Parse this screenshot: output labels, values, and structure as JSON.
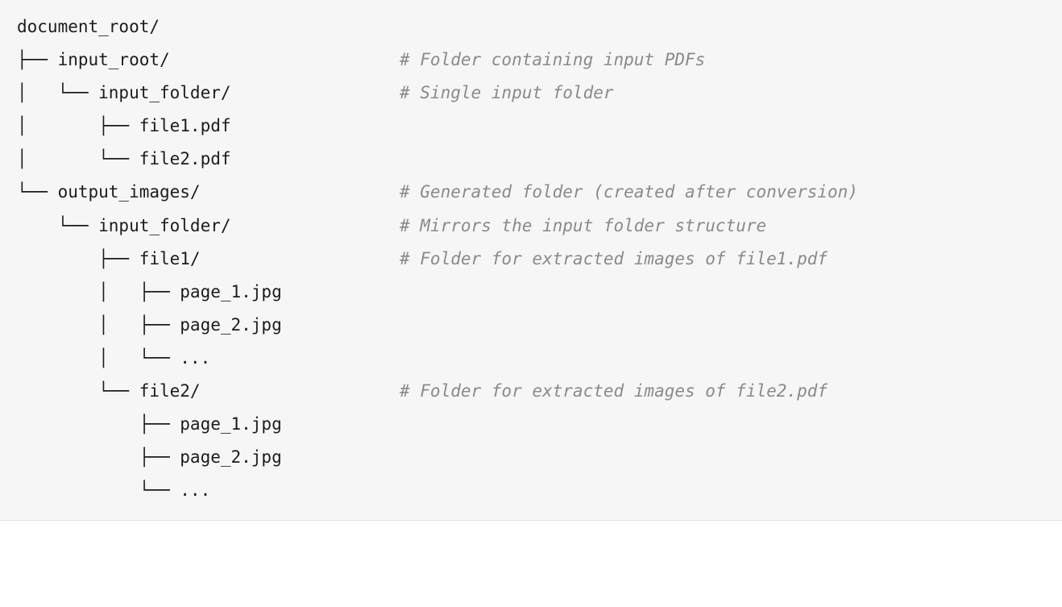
{
  "code": {
    "lines": [
      {
        "text": "document_root/",
        "comment": ""
      },
      {
        "text": "├── input_root/",
        "comment": "# Folder containing input PDFs"
      },
      {
        "text": "│   └── input_folder/",
        "comment": "# Single input folder"
      },
      {
        "text": "│       ├── file1.pdf",
        "comment": ""
      },
      {
        "text": "│       └── file2.pdf",
        "comment": ""
      },
      {
        "text": "└── output_images/",
        "comment": "# Generated folder (created after conversion)"
      },
      {
        "text": "    └── input_folder/",
        "comment": "# Mirrors the input folder structure"
      },
      {
        "text": "        ├── file1/",
        "comment": "# Folder for extracted images of file1.pdf"
      },
      {
        "text": "        │   ├── page_1.jpg",
        "comment": ""
      },
      {
        "text": "        │   ├── page_2.jpg",
        "comment": ""
      },
      {
        "text": "        │   └── ...",
        "comment": ""
      },
      {
        "text": "        └── file2/",
        "comment": "# Folder for extracted images of file2.pdf"
      },
      {
        "text": "            ├── page_1.jpg",
        "comment": ""
      },
      {
        "text": "            ├── page_2.jpg",
        "comment": ""
      },
      {
        "text": "            └── ...",
        "comment": ""
      }
    ]
  },
  "colors": {
    "background": "#f6f6f7",
    "text": "#1c1c1e",
    "comment": "#8a8a8e"
  }
}
